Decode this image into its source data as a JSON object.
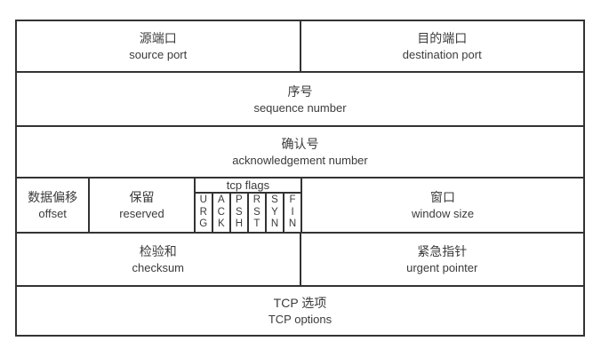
{
  "colors": {
    "background": "#ffffff",
    "border": "#333333",
    "text": "#3b3b3b"
  },
  "fields": {
    "source_port": {
      "zh": "源端口",
      "en": "source port"
    },
    "destination_port": {
      "zh": "目的端口",
      "en": "destination port"
    },
    "sequence_number": {
      "zh": "序号",
      "en": "sequence number"
    },
    "acknowledgement_number": {
      "zh": "确认号",
      "en": "acknowledgement number"
    },
    "data_offset": {
      "zh": "数据偏移",
      "en": "offset"
    },
    "reserved": {
      "zh": "保留",
      "en": "reserved"
    },
    "window_size": {
      "zh": "窗口",
      "en": "window size"
    },
    "checksum": {
      "zh": "检验和",
      "en": "checksum"
    },
    "urgent_pointer": {
      "zh": "紧急指针",
      "en": "urgent pointer"
    },
    "tcp_options": {
      "zh": "TCP 选项",
      "en": "TCP options"
    }
  },
  "tcp_flags": {
    "label": "tcp flags",
    "flags": [
      {
        "name": "URG",
        "letters": [
          "U",
          "R",
          "G"
        ]
      },
      {
        "name": "ACK",
        "letters": [
          "A",
          "C",
          "K"
        ]
      },
      {
        "name": "PSH",
        "letters": [
          "P",
          "S",
          "H"
        ]
      },
      {
        "name": "RST",
        "letters": [
          "R",
          "S",
          "T"
        ]
      },
      {
        "name": "SYN",
        "letters": [
          "S",
          "Y",
          "N"
        ]
      },
      {
        "name": "FIN",
        "letters": [
          "F",
          "I",
          "N"
        ]
      }
    ]
  }
}
